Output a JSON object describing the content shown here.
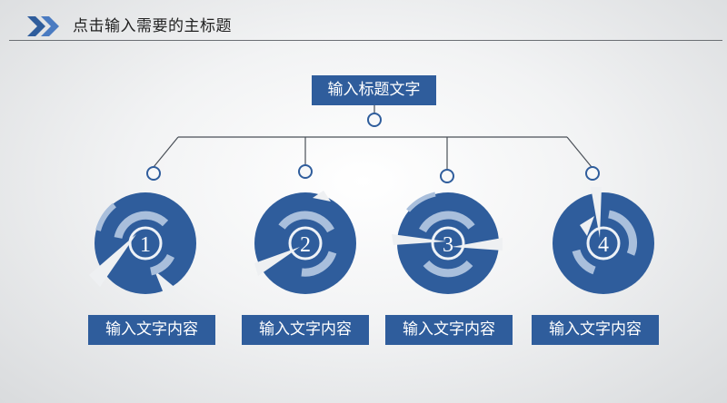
{
  "header": {
    "title": "点击输入需要的主标题"
  },
  "top_node": {
    "label": "输入标题文字"
  },
  "nodes": [
    {
      "number": "1",
      "label": "输入文字内容"
    },
    {
      "number": "2",
      "label": "输入文字内容"
    },
    {
      "number": "3",
      "label": "输入文字内容"
    },
    {
      "number": "4",
      "label": "输入文字内容"
    }
  ],
  "colors": {
    "primary": "#2f5d9c",
    "light": "#a9bfdc",
    "line": "#4a5058"
  }
}
